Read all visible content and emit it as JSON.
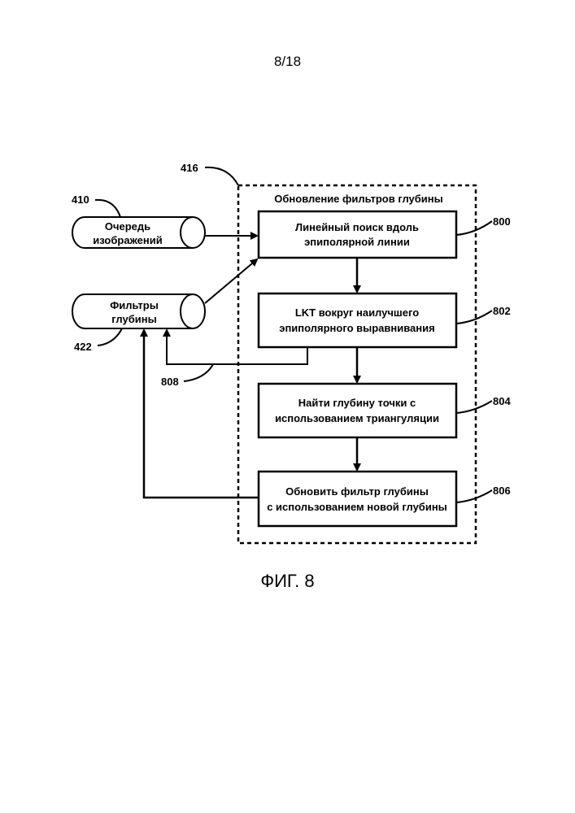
{
  "page_number": "8/18",
  "figure_caption": "ФИГ. 8",
  "group": {
    "ref": "416",
    "title": "Обновление фильтров глубины"
  },
  "queues": [
    {
      "ref": "410",
      "lines": [
        "Очередь",
        "изображений"
      ]
    },
    {
      "ref": "422",
      "lines": [
        "Фильтры",
        "глубины"
      ]
    }
  ],
  "steps": [
    {
      "ref": "800",
      "lines": [
        "Линейный поиск вдоль",
        "эпиполярной линии"
      ]
    },
    {
      "ref": "802",
      "lines": [
        "LKT вокруг наилучшего",
        "эпиполярного выравнивания"
      ]
    },
    {
      "ref": "804",
      "lines": [
        "Найти глубину точки с",
        "использованием триангуляции"
      ]
    },
    {
      "ref": "806",
      "lines": [
        "Обновить фильтр глубины",
        "с использованием новой глубины"
      ]
    }
  ],
  "feedback_ref": "808"
}
